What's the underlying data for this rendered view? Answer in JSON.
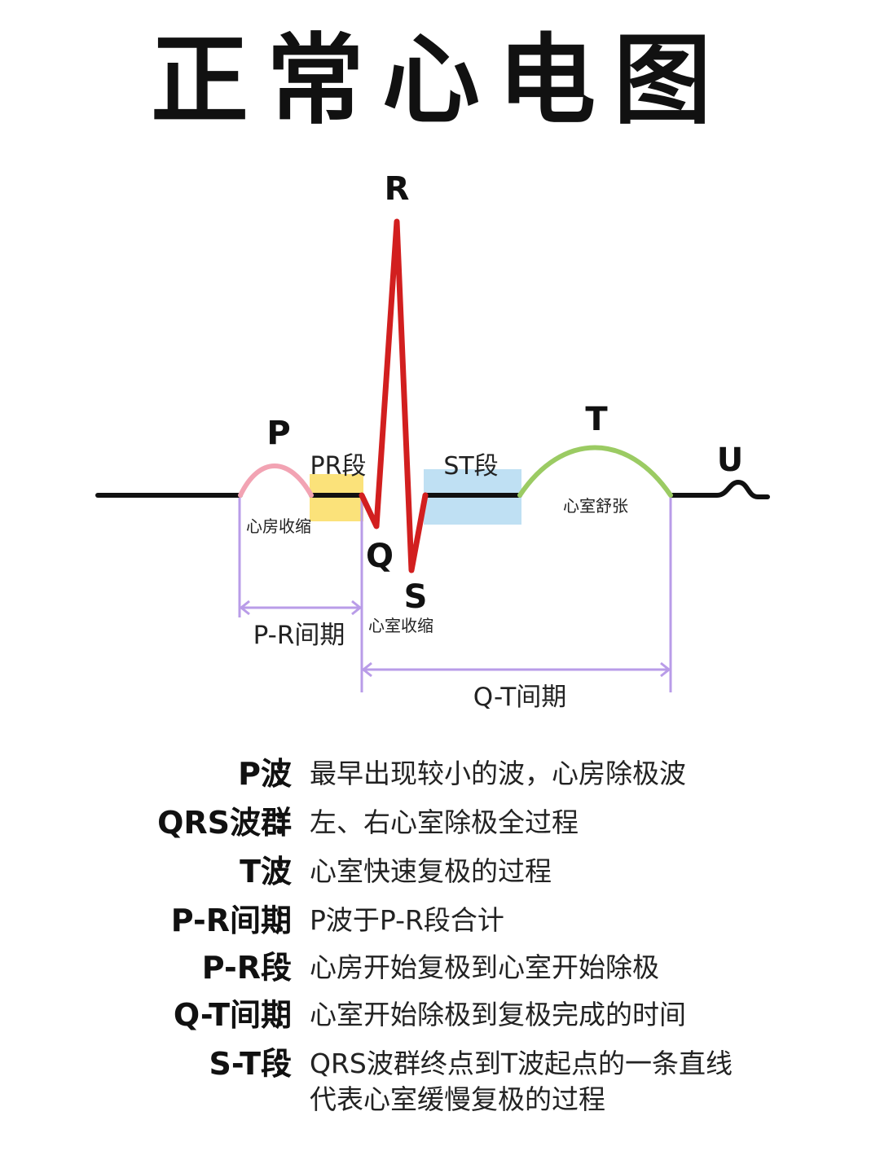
{
  "title": "正常心电图",
  "diagram": {
    "wave_labels": {
      "p": "P",
      "q": "Q",
      "r": "R",
      "s": "S",
      "t": "T",
      "u": "U"
    },
    "segment_labels": {
      "pr": "PR段",
      "st": "ST段"
    },
    "notes": {
      "atrial": "心房收缩",
      "ventricular": "心室收缩",
      "diastole": "心室舒张"
    },
    "intervals": {
      "pr": "P-R间期",
      "qt": "Q-T间期"
    },
    "colors": {
      "baseline": "#111111",
      "p_wave": "#f2a3b3",
      "qrs": "#d21f1f",
      "t_wave": "#9bcb63",
      "pr_highlight": "#fbe27a",
      "st_highlight": "#bfe0f3",
      "interval": "#b99ce8"
    }
  },
  "definitions": [
    {
      "term": "P波",
      "colon": "：",
      "desc": [
        "最早出现较小的波，心房除极波"
      ]
    },
    {
      "term": "QRS波群",
      "colon": "：",
      "desc": [
        "左、右心室除极全过程"
      ]
    },
    {
      "term": "T波",
      "colon": "：",
      "desc": [
        "心室快速复极的过程"
      ]
    },
    {
      "term": "P-R间期",
      "colon": "：",
      "desc": [
        "P波于P-R段合计"
      ]
    },
    {
      "term": "P-R段",
      "colon": "：",
      "desc": [
        "心房开始复极到心室开始除极"
      ]
    },
    {
      "term": "Q-T间期",
      "colon": "：",
      "desc": [
        "心室开始除极到复极完成的时间"
      ]
    },
    {
      "term": "S-T段",
      "colon": "：",
      "desc": [
        "QRS波群终点到T波起点的一条直线",
        "代表心室缓慢复极的过程"
      ]
    }
  ]
}
